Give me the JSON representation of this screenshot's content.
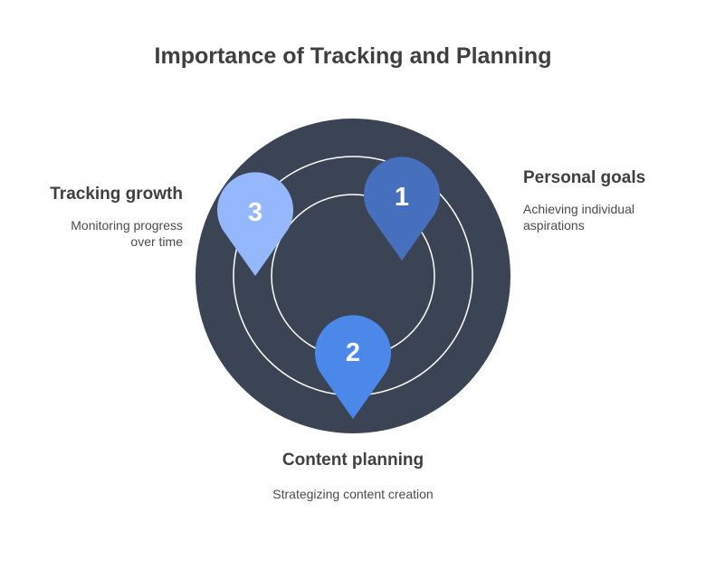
{
  "title": "Importance of Tracking and Planning",
  "colors": {
    "background": "#ffffff",
    "disc": "#3b4454",
    "ring": "#ffffff",
    "marker_1": "#466fbe",
    "marker_2": "#4b88ea",
    "marker_3": "#94b8fb",
    "text_dark": "#3f3f3f"
  },
  "items": [
    {
      "number": "1",
      "label": "Personal goals",
      "description_lines": [
        "Achieving individual",
        "aspirations"
      ]
    },
    {
      "number": "2",
      "label": "Content planning",
      "description_lines": [
        "Strategizing content creation"
      ]
    },
    {
      "number": "3",
      "label": "Tracking growth",
      "description_lines": [
        "Monitoring progress",
        "over time"
      ]
    }
  ]
}
